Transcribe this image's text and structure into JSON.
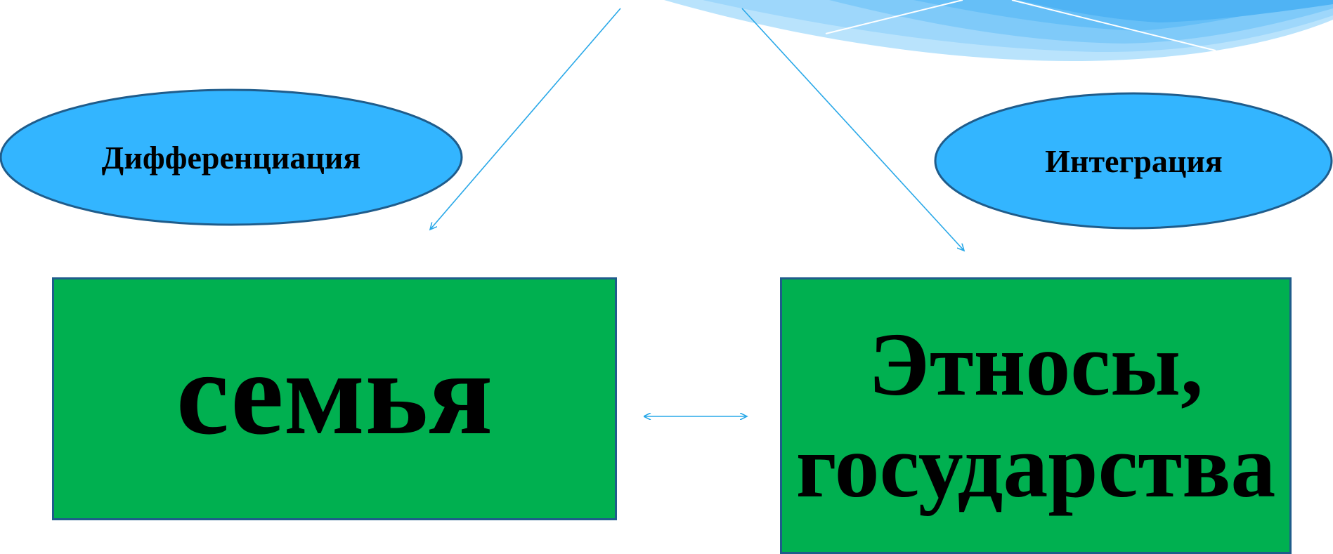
{
  "diagram": {
    "nodes": {
      "differentiation": {
        "label": "Дифференциация",
        "shape": "ellipse",
        "fill": "#33b5ff",
        "stroke": "#1f5c8b"
      },
      "integration": {
        "label": "Интеграция",
        "shape": "ellipse",
        "fill": "#33b5ff",
        "stroke": "#1f5c8b"
      },
      "family": {
        "label": "семья",
        "shape": "rectangle",
        "fill": "#00b050",
        "stroke": "#1f5c8b"
      },
      "ethnos": {
        "label_line1": "Этносы,",
        "label_line2": "государства",
        "shape": "rectangle",
        "fill": "#00b050",
        "stroke": "#1f5c8b"
      }
    },
    "edges": [
      {
        "from": "top",
        "to": "family",
        "type": "arrow"
      },
      {
        "from": "top",
        "to": "ethnos",
        "type": "arrow"
      },
      {
        "from": "family",
        "to": "ethnos",
        "type": "double-arrow"
      }
    ],
    "arrow_color": "#29a8e8",
    "decoration": "light-blue swoosh top-right"
  }
}
